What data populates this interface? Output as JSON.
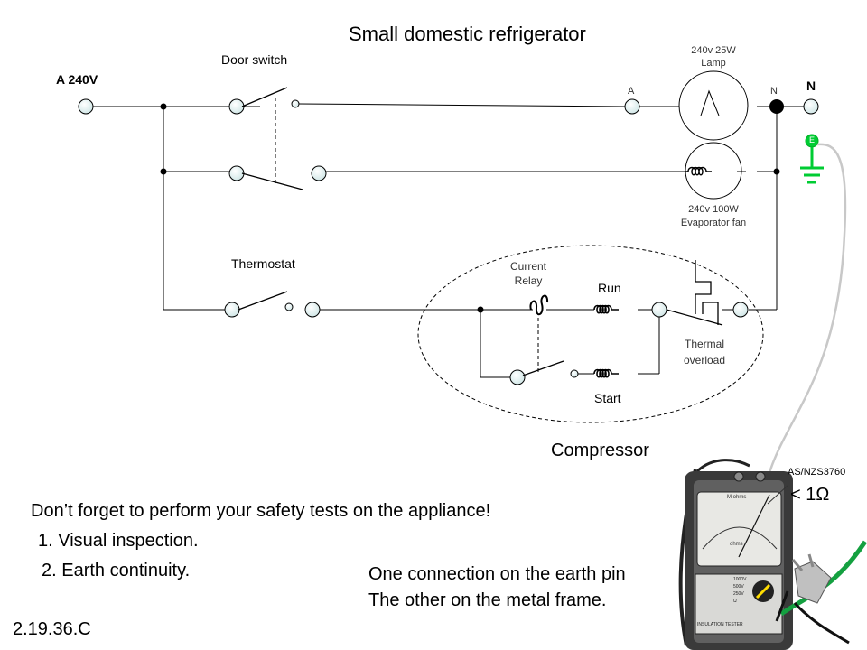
{
  "title": "Small domestic refrigerator",
  "labels": {
    "supply_active": "A 240V",
    "supply_neutral": "N",
    "door_switch": "Door switch",
    "thermostat": "Thermostat",
    "lamp_line1": "240v 25W",
    "lamp_line2": "Lamp",
    "lamp_a": "A",
    "lamp_n": "N",
    "earth": "E",
    "fan_line1": "240v 100W",
    "fan_line2": "Evaporator fan",
    "relay_line1": "Current",
    "relay_line2": "Relay",
    "run": "Run",
    "start": "Start",
    "overload_line1": "Thermal",
    "overload_line2": "overload",
    "compressor": "Compressor"
  },
  "tester": {
    "standard": "AS/NZS3760",
    "reading": "< 1Ω",
    "scale_label": "M ohms",
    "unit_label": "ohms",
    "name": "INSULATION TESTER",
    "ranges": [
      "1000V",
      "500V",
      "250V",
      "Ω"
    ]
  },
  "notes": {
    "reminder": "Don’t forget to perform your safety tests on the appliance!",
    "step1": "1. Visual inspection.",
    "step2": "2. Earth continuity.",
    "connection1": "One connection on the earth pin",
    "connection2": "The other on the metal frame."
  },
  "slide_id": "2.19.36.C",
  "colors": {
    "terminal_fill": "#cfe6e6",
    "earth_green": "#00cc33",
    "earth_yellow": "#ffff00",
    "lead_grey": "#c8c8c8",
    "plug_green": "#14a040"
  }
}
